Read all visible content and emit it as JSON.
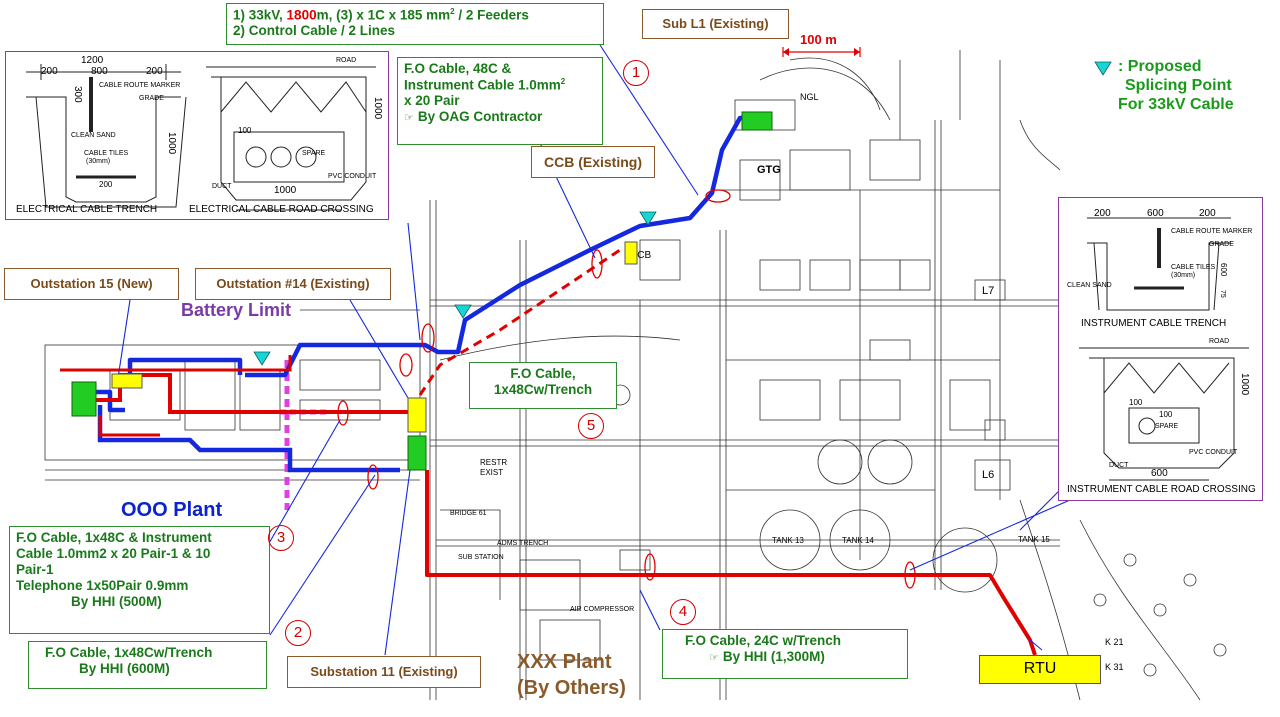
{
  "callouts": {
    "feeders_line1_a": "1) 33kV, ",
    "feeders_line1_red": "1800",
    "feeders_line1_b": "m, (3) x 1C x 185 mm",
    "feeders_line1_sup": "2",
    "feeders_line1_c": " / 2 Feeders",
    "feeders_line2": "2) Control Cable / 2 Lines",
    "sub_l1": "Sub L1 (Existing)",
    "scale_100m": "100 m",
    "splicing_line1": ": Proposed",
    "splicing_line2": "Splicing Point",
    "splicing_line3": "For 33kV Cable",
    "fo48_line1": "F.O Cable, 48C  &",
    "fo48_line2a": "Instrument Cable 1.0mm",
    "fo48_line2sup": "2",
    "fo48_line3": "x 20 Pair",
    "fo48_line4": "By OAG Contractor",
    "ccb": "CCB (Existing)",
    "outstation15": "Outstation 15 (New)",
    "outstation14": "Outstation #14 (Existing)",
    "battery_limit": "Battery Limit",
    "fo_trench5_line1": "F.O Cable,",
    "fo_trench5_line2": "1x48Cw/Trench",
    "ooo_plant": "OOO Plant",
    "hhi500_line1": "F.O Cable, 1x48C & Instrument",
    "hhi500_line2": "Cable 1.0mm2 x 20 Pair-1 & 10",
    "hhi500_line3": "Pair-1",
    "hhi500_line4": "Telephone 1x50Pair 0.9mm",
    "hhi500_line5": "By HHI (500M)",
    "hhi600_line1": "F.O Cable, 1x48Cw/Trench",
    "hhi600_line2": "By HHI (600M)",
    "substation11": "Substation 11 (Existing)",
    "xxx_plant_line1": "XXX Plant",
    "xxx_plant_line2": "(By Others)",
    "hhi1300_line1": "F.O Cable, 24C w/Trench",
    "hhi1300_line2": "By HHI (1,300M)",
    "rtu": "RTU"
  },
  "markers": [
    "1",
    "2",
    "3",
    "4",
    "5"
  ],
  "details": {
    "elec_trench": {
      "title": "ELECTRICAL CABLE TRENCH",
      "dim_top": "1200",
      "dim_200a": "200",
      "dim_800": "800",
      "dim_200b": "200",
      "dim_300": "300",
      "dim_1000": "1000",
      "dim_200c": "200",
      "marker": "CABLE ROUTE MARKER",
      "grade": "GRADE",
      "sand": "CLEAN SAND",
      "tiles": "CABLE TILES",
      "tiles_size": "(30mm)"
    },
    "elec_crossing": {
      "title": "ELECTRICAL CABLE ROAD CROSSING",
      "road": "ROAD",
      "dim_1000v": "1000",
      "dim_1000h": "1000",
      "dim_100": "100",
      "spare": "SPARE",
      "duct": "DUCT",
      "conduit": "PVC CONDUIT"
    },
    "inst_trench": {
      "title": "INSTRUMENT CABLE TRENCH",
      "dim_200": "200",
      "dim_600a": "600",
      "dim_200b": "200",
      "marker": "CABLE ROUTE MARKER",
      "grade": "GRADE",
      "tiles": "CABLE TILES",
      "tiles_size": "(30mm)",
      "dim_600v": "600",
      "sand": "CLEAN SAND",
      "dim_75": "75"
    },
    "inst_crossing": {
      "title": "INSTRUMENT CABLE ROAD CROSSING",
      "road": "ROAD",
      "dim_1000": "1000",
      "dim_100a": "100",
      "dim_100b": "100",
      "spare": "SPARE",
      "conduit": "PVC CONDUIT",
      "duct": "DUCT",
      "dim_600": "600"
    }
  },
  "map_labels": {
    "gtg": "GTG",
    "ccb": "CCB",
    "l7": "L7",
    "l6": "L6",
    "tank13": "TANK 13",
    "tank14": "TANK 14",
    "tank15": "TANK 15",
    "sub_station": "SUB STATION",
    "air_compressor": "AIR COMPRESSOR",
    "ngl": "NGL",
    "k31": "K 31",
    "k21": "K 21",
    "restr": "RESTR",
    "exist": "EXIST",
    "bridge": "BRIDGE 61",
    "adms": "ADMS TRENCH"
  },
  "colors": {
    "red_cable": "#e00000",
    "blue_cable": "#1428e0",
    "green_station": "#22cc22",
    "yellow_station": "#ffff00",
    "splice_marker": "#18d4d4",
    "battery_limit": "#7a3aa8",
    "plant_blue": "#0a22d0"
  }
}
